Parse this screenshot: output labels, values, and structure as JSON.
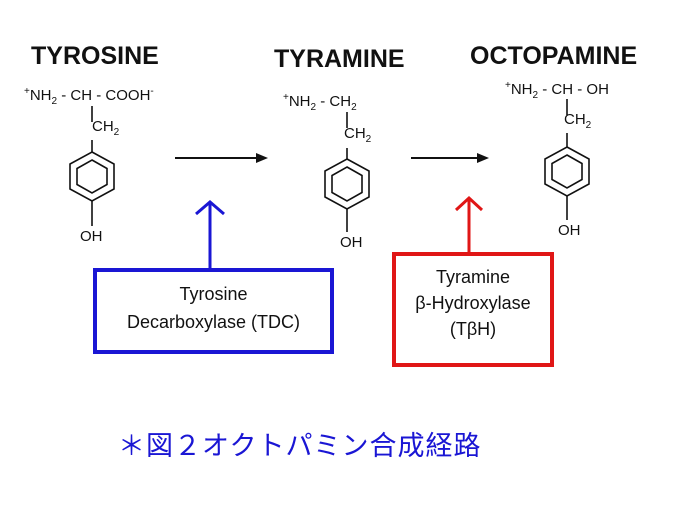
{
  "compounds": [
    {
      "name": "TYROSINE",
      "top_group": "- CH - COOH",
      "top_prefix": "NH",
      "sub": "2",
      "charge_plus": "+",
      "charge_minus": "-",
      "side": "CH",
      "side_sub": "2",
      "bottom": "OH"
    },
    {
      "name": "TYRAMINE",
      "top_group": "- CH",
      "top_prefix": "NH",
      "sub": "2",
      "top_sub": "2",
      "charge_plus": "+",
      "side": "CH",
      "side_sub": "2",
      "bottom": "OH"
    },
    {
      "name": "OCTOPAMINE",
      "top_group": "- CH - OH",
      "top_prefix": "NH",
      "sub": "2",
      "charge_plus": "+",
      "side": "CH",
      "side_sub": "2",
      "bottom": "OH"
    }
  ],
  "enzymes": {
    "tdc": {
      "line1": "Tyrosine",
      "line2": "Decarboxylase (TDC)",
      "color": "#1a16d4"
    },
    "tbh": {
      "line1": "Tyramine",
      "line2": "β-Hydroxylase",
      "line3": "(TβH)",
      "color": "#e01616"
    }
  },
  "caption": "＊図２オクトパミン合成経路"
}
